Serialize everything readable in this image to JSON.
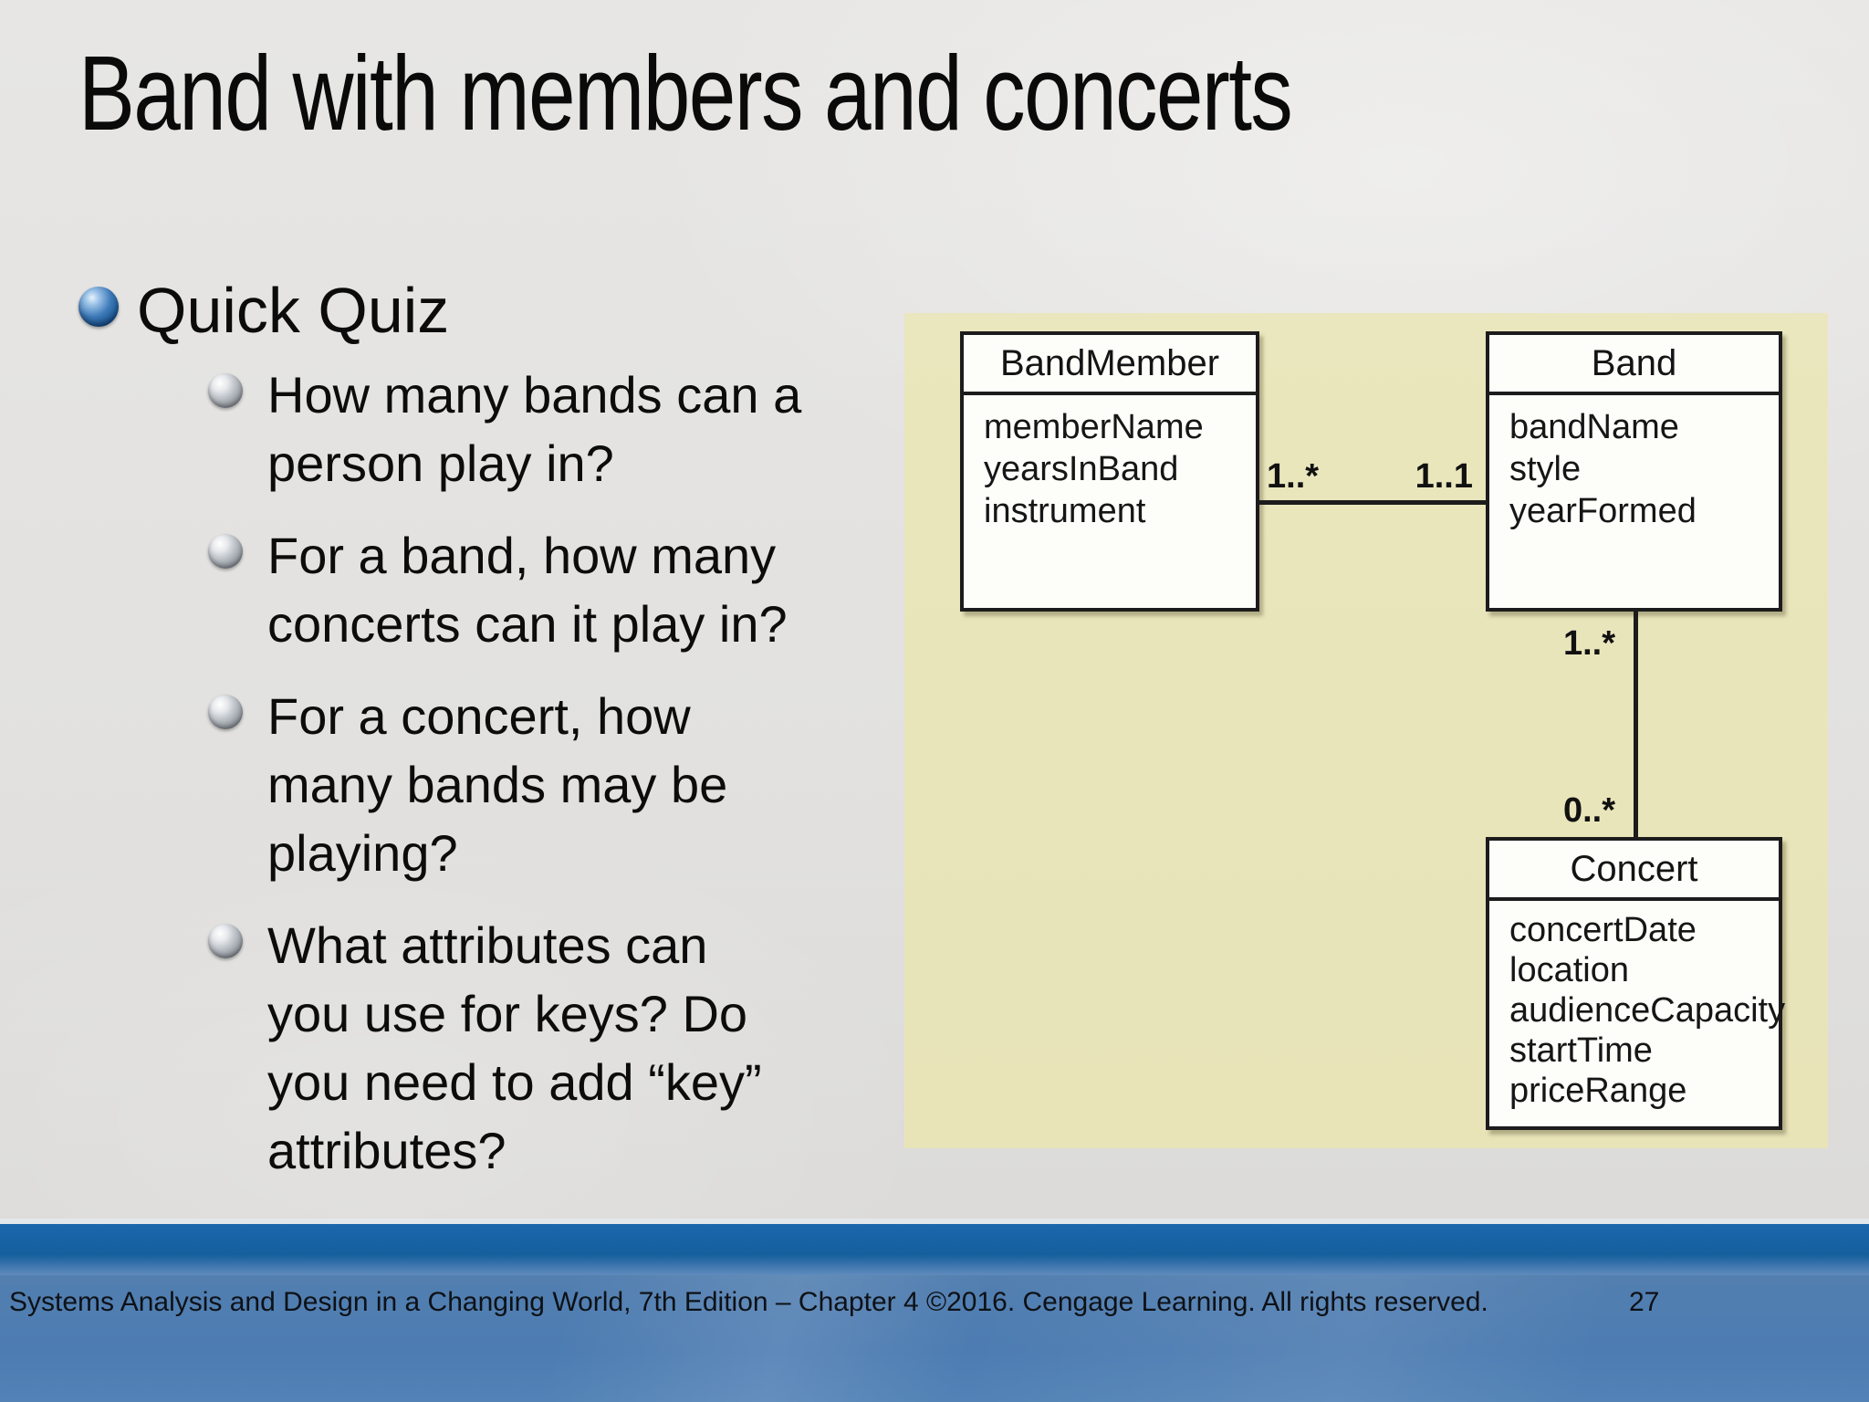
{
  "slide": {
    "title": "Band with members and concerts",
    "bullets": {
      "header": "Quick Quiz",
      "items": [
        {
          "lines": [
            "How many bands can a",
            "person play in?"
          ]
        },
        {
          "lines": [
            "For a band, how many",
            "concerts can it play in?"
          ]
        },
        {
          "lines": [
            "For a concert, how",
            "many bands may be",
            "playing?"
          ]
        },
        {
          "lines": [
            "What attributes can",
            "you use for keys? Do",
            "you need to add “key”",
            "attributes?"
          ]
        }
      ]
    },
    "footer": {
      "text": "Systems Analysis and Design in a Changing World, 7th Edition – Chapter 4 ©2016. Cengage Learning. All rights reserved.",
      "page_number": "27"
    },
    "colors": {
      "panel_yellow": "#e8e4b8",
      "footer_dark_blue": "#1560a6",
      "footer_light_blue": "#4e7eb3",
      "bullet_sphere_blue": "#2f6fae",
      "bullet_sphere_gray": "#9aa0a6",
      "class_box_border": "#1c1c1c",
      "class_box_fill": "#fdfdfa"
    }
  },
  "diagram": {
    "type": "uml-class-diagram",
    "classes": [
      {
        "name": "BandMember",
        "attributes": [
          "memberName",
          "yearsInBand",
          "instrument"
        ]
      },
      {
        "name": "Band",
        "attributes": [
          "bandName",
          "style",
          "yearFormed"
        ]
      },
      {
        "name": "Concert",
        "attributes": [
          "concertDate",
          "location",
          "audienceCapacity",
          "startTime",
          "priceRange"
        ]
      }
    ],
    "associations": [
      {
        "from": "BandMember",
        "to": "Band",
        "from_multiplicity": "1..*",
        "to_multiplicity": "1..1"
      },
      {
        "from": "Band",
        "to": "Concert",
        "from_multiplicity": "1..*",
        "to_multiplicity": "0..*"
      }
    ]
  }
}
